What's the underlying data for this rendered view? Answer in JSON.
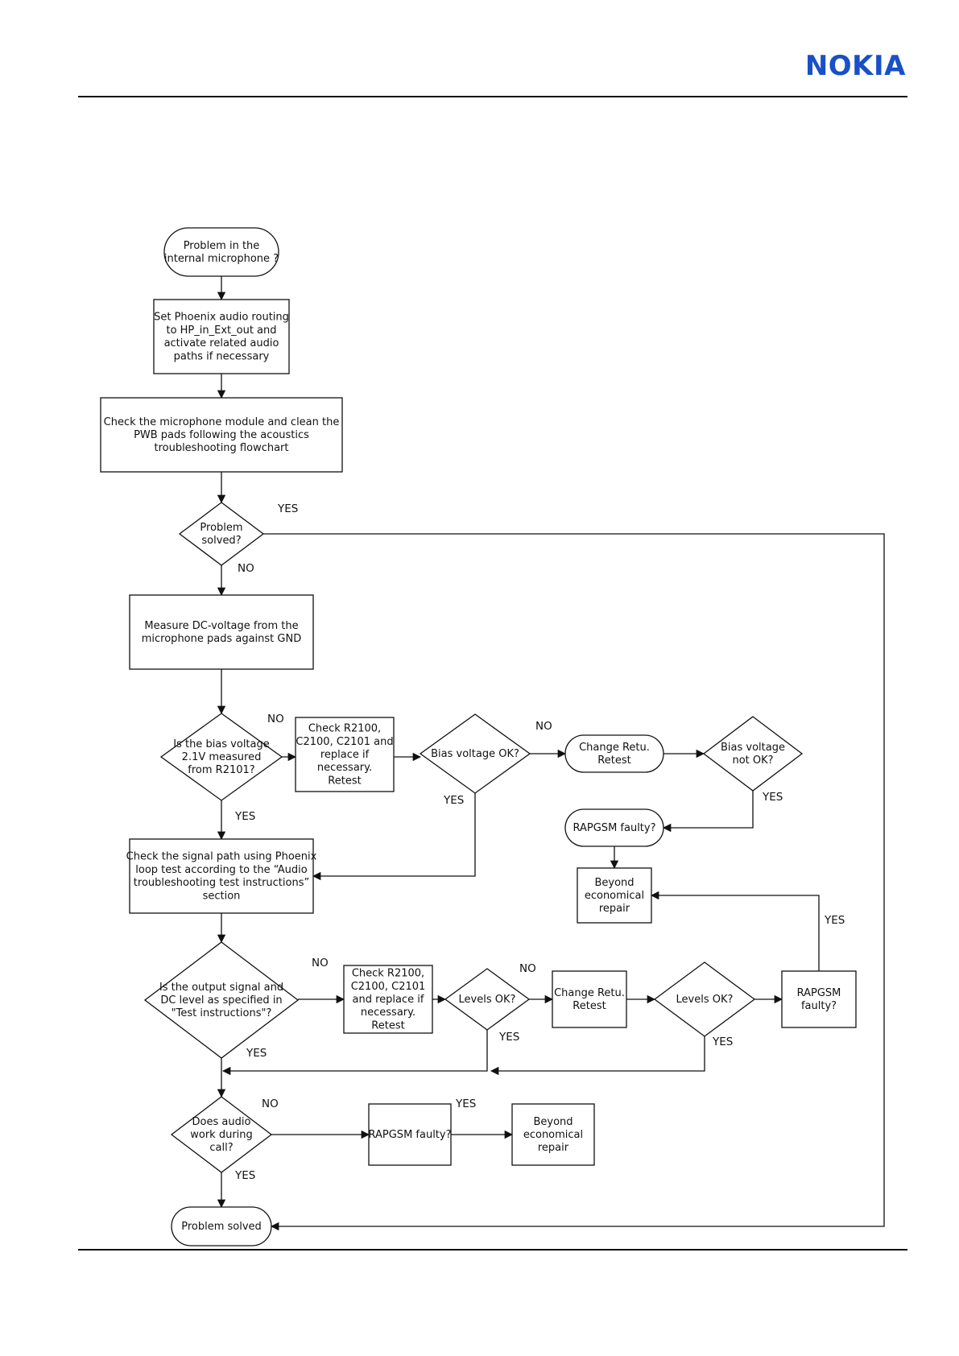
{
  "header": {
    "logo": "NOKIA"
  },
  "flowchart": {
    "nodes": {
      "start": [
        "Problem in the",
        "internal microphone ?"
      ],
      "set_routing": [
        "Set Phoenix audio routing",
        "to HP_in_Ext_out and",
        "activate related audio",
        "paths if necessary"
      ],
      "check_module": [
        "Check the microphone module and clean the",
        "PWB pads following the acoustics",
        "troubleshooting  flowchart"
      ],
      "problem_solved_q": [
        "Problem",
        "solved?"
      ],
      "measure_dc": [
        "Measure DC-voltage from the",
        "microphone pads against GND"
      ],
      "bias_q": [
        "Is the bias voltage",
        "2.1V measured",
        "from R2101?"
      ],
      "check_r2100_a": [
        "Check R2100,",
        "C2100, C2101 and",
        "replace if",
        "necessary.",
        "Retest"
      ],
      "bias_ok_q": [
        "Bias voltage OK?"
      ],
      "change_retu_a": [
        "Change Retu.",
        "Retest"
      ],
      "bias_not_ok_q": [
        "Bias voltage",
        "not OK?"
      ],
      "rapgsm_a": [
        "RAPGSM faulty?"
      ],
      "beyond_a": [
        "Beyond",
        "economical",
        "repair"
      ],
      "check_signal": [
        "Check the signal path using Phoenix",
        "loop test according to the “Audio",
        "troubleshooting test instructions”",
        "section"
      ],
      "output_q": [
        "Is the output signal and",
        "DC level as specified in",
        "\"Test instructions\"?"
      ],
      "check_r2100_b": [
        "Check R2100,",
        "C2100, C2101",
        "and replace if",
        "necessary.",
        "Retest"
      ],
      "levels_ok_a": [
        "Levels OK?"
      ],
      "change_retu_b": [
        "Change Retu.",
        "Retest"
      ],
      "levels_ok_b": [
        "Levels OK?"
      ],
      "rapgsm_b": [
        "RAPGSM",
        "faulty?"
      ],
      "audio_call_q": [
        "Does audio",
        "work during",
        "call?"
      ],
      "rapgsm_c": [
        "RAPGSM faulty?"
      ],
      "beyond_b": [
        "Beyond",
        "economical",
        "repair"
      ],
      "end": [
        "Problem solved"
      ]
    },
    "labels": {
      "yes_problem_solved": "YES",
      "no_problem_solved": "NO",
      "no_bias": "NO",
      "yes_bias": "YES",
      "no_bias_ok": "NO",
      "yes_bias_ok": "YES",
      "yes_bias_not_ok": "YES",
      "yes_rapgsm_b": "YES",
      "no_output": "NO",
      "yes_output": "YES",
      "no_levels_a": "NO",
      "yes_levels_a": "YES",
      "yes_levels_b": "YES",
      "no_audio": "NO",
      "yes_audio_rapgsm": "YES",
      "yes_audio": "YES"
    }
  }
}
